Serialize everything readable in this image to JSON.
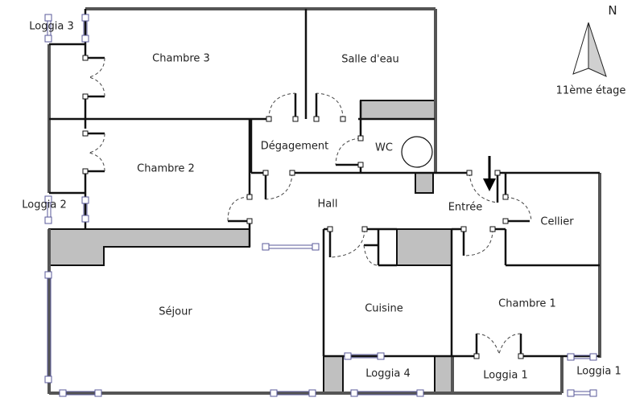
{
  "compass": {
    "north_label": "N",
    "floor_label": "11ème étage"
  },
  "rooms": {
    "loggia3": "Loggia 3",
    "chambre3": "Chambre 3",
    "salle_deau": "Salle d'eau",
    "degagement": "Dégagement",
    "wc": "WC",
    "chambre2": "Chambre 2",
    "loggia2": "Loggia 2",
    "hall": "Hall",
    "entree": "Entrée",
    "cellier": "Cellier",
    "sejour": "Séjour",
    "cuisine": "Cuisine",
    "chambre1": "Chambre 1",
    "loggia4": "Loggia 4",
    "loggia1a": "Loggia 1",
    "loggia1b": "Loggia 1"
  },
  "colors": {
    "wall": "#111111",
    "outer_wall": "#555555",
    "fill_gray": "#c0c0c0",
    "window": "#5a5a9a"
  }
}
